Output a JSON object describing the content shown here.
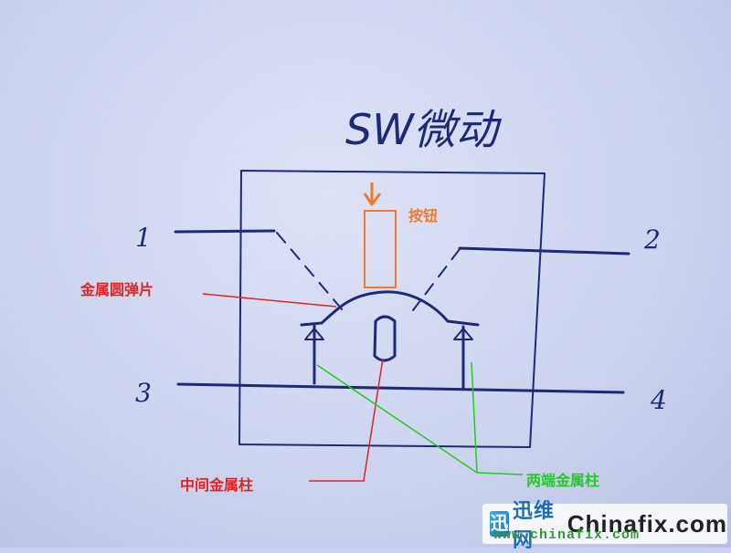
{
  "title": "SW微动",
  "terminals": [
    "1",
    "2",
    "3",
    "4"
  ],
  "labels": {
    "button": "按钮",
    "dome": "金属圆弹片",
    "center_post": "中间金属柱",
    "side_posts": "两端金属柱"
  },
  "colors": {
    "ink": "#1e2a78",
    "button": "#f07a2a",
    "dome_label": "#e02424",
    "side_label": "#22cc22"
  },
  "watermark": {
    "logo": "迅",
    "brand_cn": "迅维网",
    "brand_en": "Chinafix.com",
    "url": "www.chinafix.com"
  }
}
